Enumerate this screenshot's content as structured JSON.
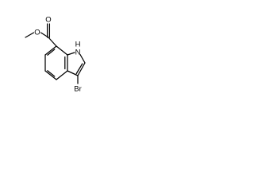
{
  "molecule": {
    "atom_labels": {
      "carbonyl_oxygen": "O",
      "ester_oxygen": "O",
      "nitrogen": "N",
      "nitrogen_hydrogen": "H",
      "bromine": "Br"
    },
    "colors": {
      "bond": "#000000",
      "label": "#000000",
      "background": "#ffffff"
    }
  }
}
